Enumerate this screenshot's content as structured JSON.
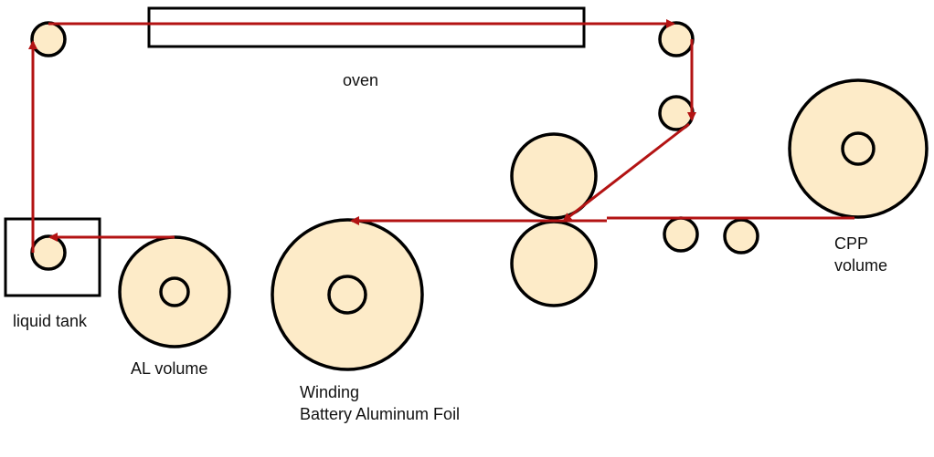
{
  "labels": {
    "oven": "oven",
    "liquid_tank": "liquid tank",
    "al_volume": "AL volume",
    "winding_line1": "Winding",
    "winding_line2": "Battery Aluminum Foil",
    "cpp_line1": "CPP",
    "cpp_line2": "volume"
  },
  "colors": {
    "roll_fill": "#fdebc8",
    "outline": "#000000",
    "material_path": "#b31313"
  }
}
